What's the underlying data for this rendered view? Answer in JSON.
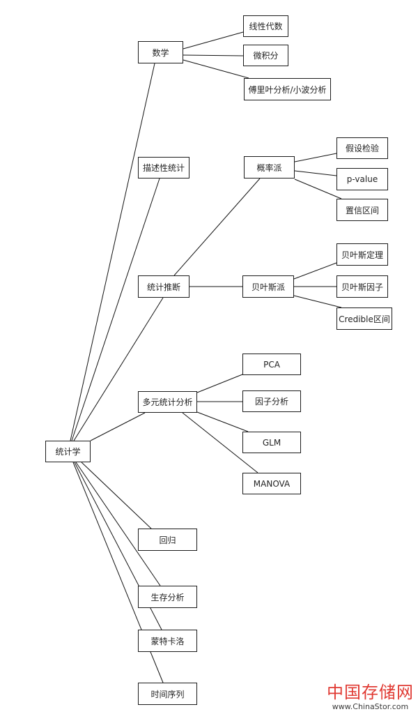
{
  "diagram": {
    "type": "tree",
    "root": "n_root",
    "nodes": [
      {
        "id": "n_root",
        "label": "统计学"
      },
      {
        "id": "n_math",
        "label": "数学"
      },
      {
        "id": "n_linalg",
        "label": "线性代数"
      },
      {
        "id": "n_calc",
        "label": "微积分"
      },
      {
        "id": "n_fourier",
        "label": "傅里叶分析/小波分析"
      },
      {
        "id": "n_desc",
        "label": "描述性统计"
      },
      {
        "id": "n_infer",
        "label": "统计推断"
      },
      {
        "id": "n_freq",
        "label": "概率派"
      },
      {
        "id": "n_hyp",
        "label": "假设检验"
      },
      {
        "id": "n_pval",
        "label": "p-value"
      },
      {
        "id": "n_ci",
        "label": "置信区间"
      },
      {
        "id": "n_bayes",
        "label": "贝叶斯派"
      },
      {
        "id": "n_bthm",
        "label": "贝叶斯定理"
      },
      {
        "id": "n_bfac",
        "label": "贝叶斯因子"
      },
      {
        "id": "n_cred",
        "label": "Credible区间"
      },
      {
        "id": "n_multi",
        "label": "多元统计分析"
      },
      {
        "id": "n_pca",
        "label": "PCA"
      },
      {
        "id": "n_factor",
        "label": "因子分析"
      },
      {
        "id": "n_glm",
        "label": "GLM"
      },
      {
        "id": "n_manova",
        "label": "MANOVA"
      },
      {
        "id": "n_reg",
        "label": "回归"
      },
      {
        "id": "n_surv",
        "label": "生存分析"
      },
      {
        "id": "n_mc",
        "label": "蒙特卡洛"
      },
      {
        "id": "n_ts",
        "label": "时间序列"
      }
    ],
    "edges": [
      [
        "n_root",
        "n_math"
      ],
      [
        "n_root",
        "n_desc"
      ],
      [
        "n_root",
        "n_infer"
      ],
      [
        "n_root",
        "n_multi"
      ],
      [
        "n_root",
        "n_reg"
      ],
      [
        "n_root",
        "n_surv"
      ],
      [
        "n_root",
        "n_mc"
      ],
      [
        "n_root",
        "n_ts"
      ],
      [
        "n_math",
        "n_linalg"
      ],
      [
        "n_math",
        "n_calc"
      ],
      [
        "n_math",
        "n_fourier"
      ],
      [
        "n_infer",
        "n_freq"
      ],
      [
        "n_infer",
        "n_bayes"
      ],
      [
        "n_freq",
        "n_hyp"
      ],
      [
        "n_freq",
        "n_pval"
      ],
      [
        "n_freq",
        "n_ci"
      ],
      [
        "n_bayes",
        "n_bthm"
      ],
      [
        "n_bayes",
        "n_bfac"
      ],
      [
        "n_bayes",
        "n_cred"
      ],
      [
        "n_multi",
        "n_pca"
      ],
      [
        "n_multi",
        "n_factor"
      ],
      [
        "n_multi",
        "n_glm"
      ],
      [
        "n_multi",
        "n_manova"
      ]
    ]
  },
  "watermark": {
    "title": "中国存储网",
    "url": "www.ChinaStor.com"
  }
}
